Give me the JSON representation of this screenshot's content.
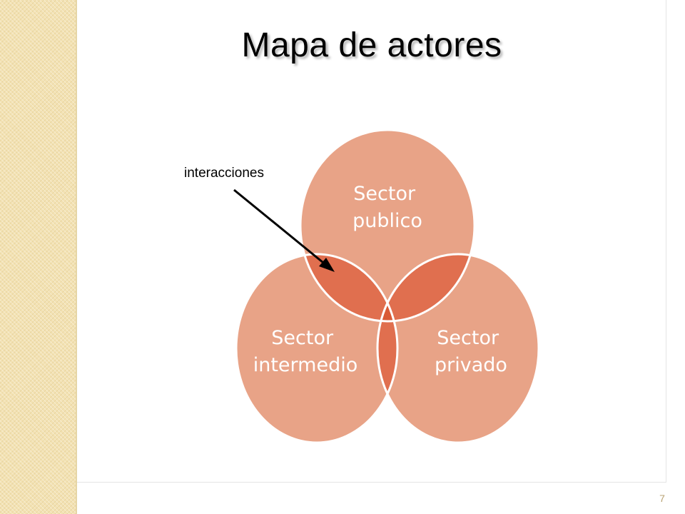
{
  "slide": {
    "title": "Mapa de actores",
    "page_number": "7"
  },
  "diagram": {
    "type": "venn",
    "sets": [
      {
        "id": "publico",
        "label_line1": "Sector",
        "label_line2": "publico"
      },
      {
        "id": "intermedio",
        "label_line1": "Sector",
        "label_line2": "intermedio"
      },
      {
        "id": "privado",
        "label_line1": "Sector",
        "label_line2": "privado"
      }
    ],
    "callout": {
      "label": "interacciones"
    },
    "colors": {
      "circle_fill": "#e8a387",
      "pair_overlap": "#e06f4f",
      "triple_overlap": "#d95a36",
      "circle_stroke": "#ffffff",
      "arrow": "#000000",
      "side_band": "#f3e2b3",
      "page_number": "#b9a374"
    }
  }
}
